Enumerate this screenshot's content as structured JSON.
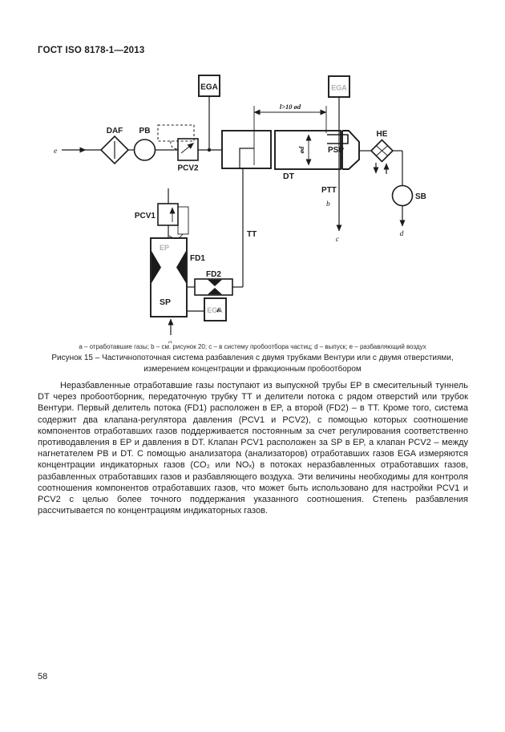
{
  "page": {
    "header": "ГОСТ ISO 8178-1—2013",
    "page_number": "58"
  },
  "style_colors": {
    "paper": "#ffffff",
    "ink": "#1b1b1b",
    "faded_print": "#b0b0b0"
  },
  "diagram": {
    "labels": {
      "daf": "DAF",
      "pb": "PB",
      "pcv2": "PCV2",
      "ega_air": "EGA",
      "ega_diluted": "EGA",
      "ega_raw": "EGA",
      "dt": "DT",
      "psp": "PSP",
      "he": "HE",
      "sb": "SB",
      "ptt": "PTT",
      "pcv1": "PCV1",
      "ep": "EP",
      "sp": "SP",
      "fd1": "FD1",
      "fd2": "FD2",
      "tt": "TT",
      "dim_length": "l>10 ød",
      "dim_diameter": "ød",
      "flow_a": "a",
      "flow_b": "b",
      "flow_c": "c",
      "flow_d": "d",
      "flow_e": "e"
    }
  },
  "caption": {
    "legend": "а – отработавшие газы; b – см. рисунок 20; с – в систему пробоотбора частиц; d – выпуск; е – разбавляющий воздух",
    "line1": "Рисунок 15 – Частичнопоточная система разбавления с двумя трубками Вентури или с двумя отверстиями,",
    "line2": "измерением концентрации и фракционным пробоотбором"
  },
  "body": {
    "paragraph": "Неразбавленные отработавшие газы поступают из выпускной трубы EP в смесительный туннель DT через пробоотборник, передаточную трубку TT и делители потока с рядом отверстий или трубок Вентури. Первый делитель потока (FD1) расположен в EP, а второй (FD2) – в TT. Кроме того, система содержит два клапана-регулятора давления (PCV1 и PCV2), с помощью которых соотношение компонентов отработавших газов поддерживается постоянным за счет регулирования соответственно противодавления в EP и давления в DT. Клапан PCV1 расположен за SP в EP, а клапан PCV2 – между нагнетателем PB и DT. С помощью анализатора (анализаторов) отработавших газов EGA измеряются концентрации индикаторных газов (CO₂ или NOₓ) в потоках неразбавленных отработавших газов, разбавленных отработавших газов и разбавляющего воздуха. Эти величины необходимы для контроля соотношения компонентов отработавших газов, что может быть использовано для настройки PCV1 и PCV2 с целью более точного поддержания указанного соотношения. Степень разбавления рассчитывается по концентрациям индикаторных газов."
  }
}
